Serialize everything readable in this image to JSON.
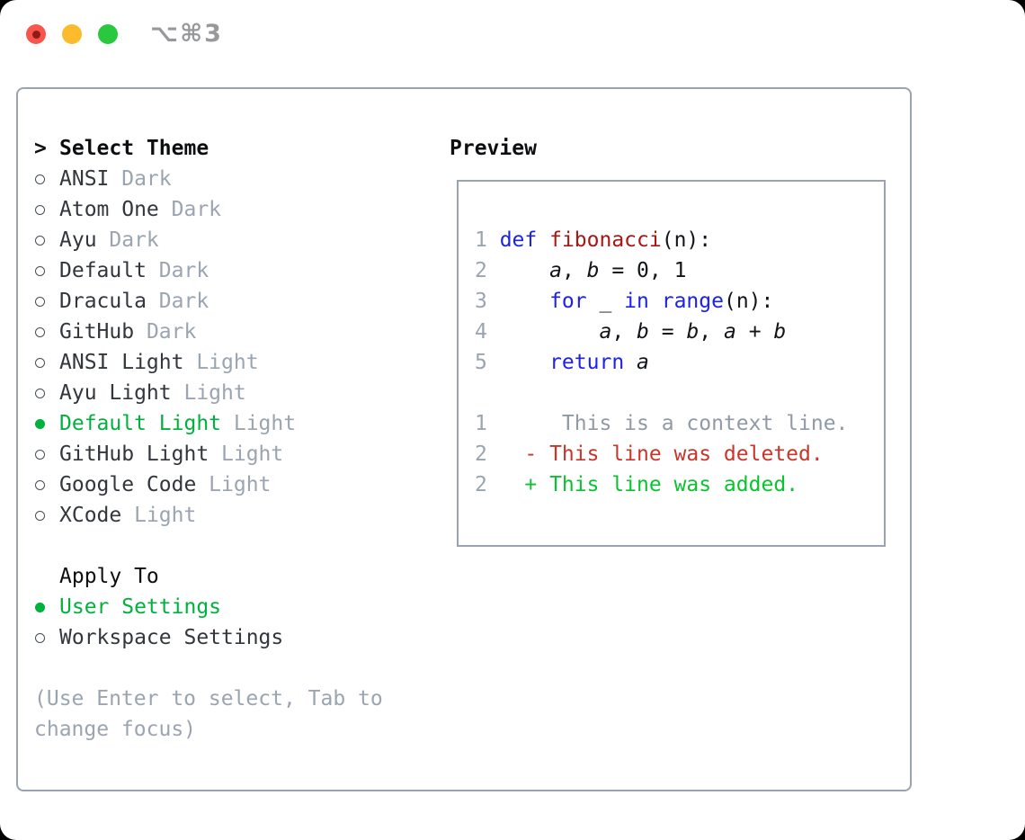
{
  "window": {
    "shortcut_label": "⌥⌘3",
    "traffic_lights": [
      "close",
      "minimize",
      "zoom"
    ]
  },
  "colors": {
    "panel_border": "#9aa3b0",
    "selection_green": "#00b13e",
    "muted_gray": "#9aa5b1",
    "keyword_blue": "#1e22e8",
    "function_red": "#a81616",
    "diff_deleted_red": "#c8362b",
    "diff_added_green": "#0bc22f",
    "traffic_red": "#f9554d",
    "traffic_yellow": "#fcbb2d",
    "traffic_green": "#29c83e"
  },
  "theme_panel": {
    "header": {
      "prefix": ">",
      "label": "Select Theme"
    },
    "themes": [
      {
        "name": "ANSI",
        "tag": "Dark",
        "selected": false
      },
      {
        "name": "Atom One",
        "tag": "Dark",
        "selected": false
      },
      {
        "name": "Ayu",
        "tag": "Dark",
        "selected": false
      },
      {
        "name": "Default",
        "tag": "Dark",
        "selected": false
      },
      {
        "name": "Dracula",
        "tag": "Dark",
        "selected": false
      },
      {
        "name": "GitHub",
        "tag": "Dark",
        "selected": false
      },
      {
        "name": "ANSI Light",
        "tag": "Light",
        "selected": false
      },
      {
        "name": "Ayu Light",
        "tag": "Light",
        "selected": false
      },
      {
        "name": "Default Light",
        "tag": "Light",
        "selected": true
      },
      {
        "name": "GitHub Light",
        "tag": "Light",
        "selected": false
      },
      {
        "name": "Google Code",
        "tag": "Light",
        "selected": false
      },
      {
        "name": "XCode",
        "tag": "Light",
        "selected": false
      }
    ],
    "apply_to": {
      "label": "Apply To",
      "options": [
        {
          "name": "User Settings",
          "selected": true
        },
        {
          "name": "Workspace Settings",
          "selected": false
        }
      ]
    },
    "help_text": "(Use Enter to select, Tab to change focus)"
  },
  "preview": {
    "title": "Preview",
    "lines": [
      {
        "kind": "code",
        "num": "1",
        "tokens": [
          [
            "kw",
            "def"
          ],
          [
            "pl",
            " "
          ],
          [
            "fn",
            "fibonacci"
          ],
          [
            "pl",
            "(n):"
          ]
        ]
      },
      {
        "kind": "code",
        "num": "2",
        "tokens": [
          [
            "pl",
            "    "
          ],
          [
            "var",
            "a"
          ],
          [
            "pl",
            ", "
          ],
          [
            "var",
            "b"
          ],
          [
            "pl",
            " = 0, 1"
          ]
        ]
      },
      {
        "kind": "code",
        "num": "3",
        "tokens": [
          [
            "pl",
            "    "
          ],
          [
            "kw",
            "for"
          ],
          [
            "pl",
            " _ "
          ],
          [
            "kw",
            "in"
          ],
          [
            "pl",
            " "
          ],
          [
            "kw",
            "range"
          ],
          [
            "pl",
            "(n):"
          ]
        ]
      },
      {
        "kind": "code",
        "num": "4",
        "tokens": [
          [
            "pl",
            "        "
          ],
          [
            "var",
            "a"
          ],
          [
            "pl",
            ", "
          ],
          [
            "var",
            "b"
          ],
          [
            "pl",
            " = "
          ],
          [
            "var",
            "b"
          ],
          [
            "pl",
            ", "
          ],
          [
            "var",
            "a"
          ],
          [
            "pl",
            " + "
          ],
          [
            "var",
            "b"
          ]
        ]
      },
      {
        "kind": "code",
        "num": "5",
        "tokens": [
          [
            "pl",
            "    "
          ],
          [
            "kw",
            "return"
          ],
          [
            "pl",
            " "
          ],
          [
            "var",
            "a"
          ]
        ]
      },
      {
        "kind": "blank",
        "num": "",
        "tokens": []
      },
      {
        "kind": "context",
        "num": "1",
        "tokens": [
          [
            "ctx",
            "     This is a context line."
          ]
        ]
      },
      {
        "kind": "deleted",
        "num": "2",
        "tokens": [
          [
            "del",
            "  - This line was deleted."
          ]
        ]
      },
      {
        "kind": "added",
        "num": "2",
        "tokens": [
          [
            "add",
            "  + This line was added."
          ]
        ]
      }
    ]
  }
}
